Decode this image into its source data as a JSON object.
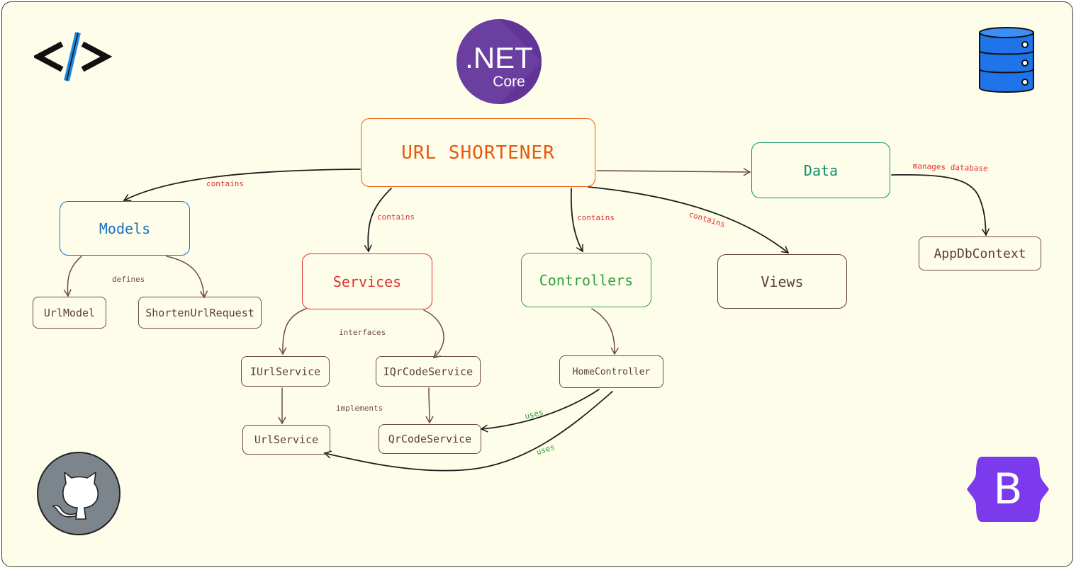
{
  "diagram": {
    "main": "URL SHORTENER",
    "groups": {
      "models": "Models",
      "services": "Services",
      "controllers": "Controllers",
      "views": "Views",
      "data": "Data"
    },
    "leaves": {
      "url_model": "UrlModel",
      "shorten_url_request": "ShortenUrlRequest",
      "iurl_service": "IUrlService",
      "iqr_code_service": "IQrCodeService",
      "url_service": "UrlService",
      "qr_code_service": "QrCodeService",
      "home_controller": "HomeController",
      "app_db_context": "AppDbContext"
    },
    "edge_labels": {
      "contains_models": "contains",
      "contains_services": "contains",
      "contains_controllers": "contains",
      "contains_views": "contains",
      "manages_database": "manages database",
      "defines": "defines",
      "interfaces": "interfaces",
      "implements": "implements",
      "uses_qr": "uses",
      "uses_url": "uses"
    }
  },
  "logos": {
    "dotnet": {
      "line1": ".NET",
      "line2": "Core"
    },
    "bootstrap": "B",
    "code_icon": "code-icon",
    "database_icon": "database-icon",
    "github_icon": "github-icon"
  },
  "colors": {
    "background": "#fefde9",
    "main": "#e8590c",
    "models": "#1971c2",
    "services": "#e03131",
    "controllers": "#2f9e44",
    "data": "#0c8f6b",
    "views": "#5d4037",
    "leaf": "#5d4037",
    "dotnet": "#6b3fa0",
    "bootstrap": "#7c3aed",
    "database": "#1e74e8"
  }
}
